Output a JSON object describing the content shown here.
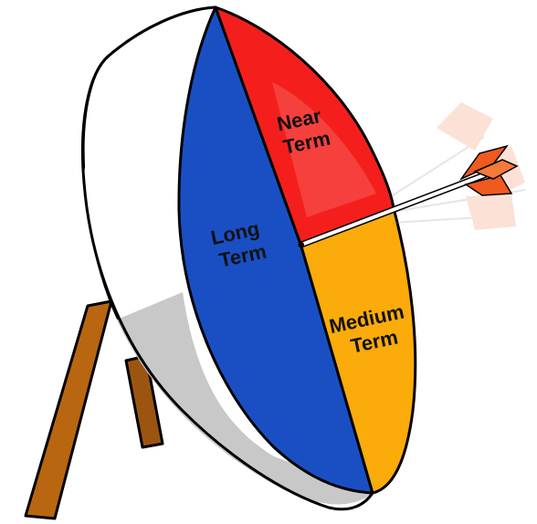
{
  "target": {
    "segments": [
      {
        "id": "near",
        "line1": "Near",
        "line2": "Term",
        "color": "#f41f1c"
      },
      {
        "id": "long",
        "line1": "Long",
        "line2": "Term",
        "color": "#1a4fc4"
      },
      {
        "id": "medium",
        "line1": "Medium",
        "line2": "Term",
        "color": "#fbab0a"
      }
    ],
    "rim_color": "#ffffff",
    "rim_shadow_color": "#c8c8c8",
    "stand_color": "#b8660f",
    "arrow_fletch_color": "#f05a1e"
  }
}
